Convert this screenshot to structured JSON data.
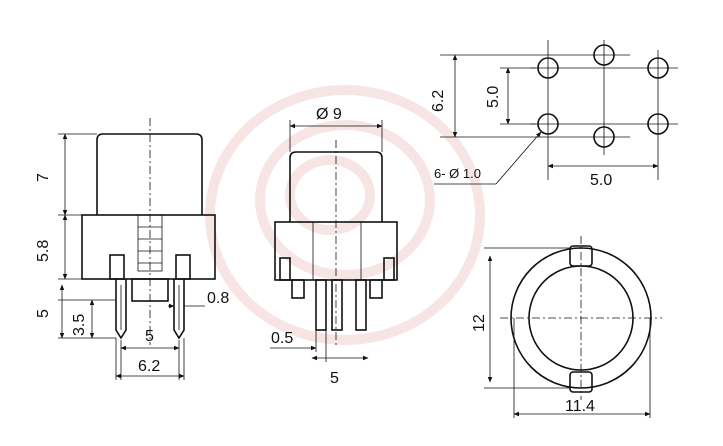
{
  "dimensions": {
    "cap_height": "7",
    "body_height": "5.8",
    "pin_total": "5",
    "pin_offset": "3.5",
    "pin_thickness": "0.8",
    "pin_spacing": "5",
    "pin_outer": "6.2",
    "cap_diameter": "Ø 9",
    "pin_width": "0.5",
    "pin_pitch_side": "5",
    "hole_vertical": "6.2",
    "hole_inner_vertical": "5.0",
    "hole_horizontal": "5.0",
    "hole_callout": "6- Ø 1.0",
    "outline_height": "12",
    "outline_width": "11.4"
  },
  "colors": {
    "line": "#111111",
    "watermark": "#e8b4b4"
  }
}
